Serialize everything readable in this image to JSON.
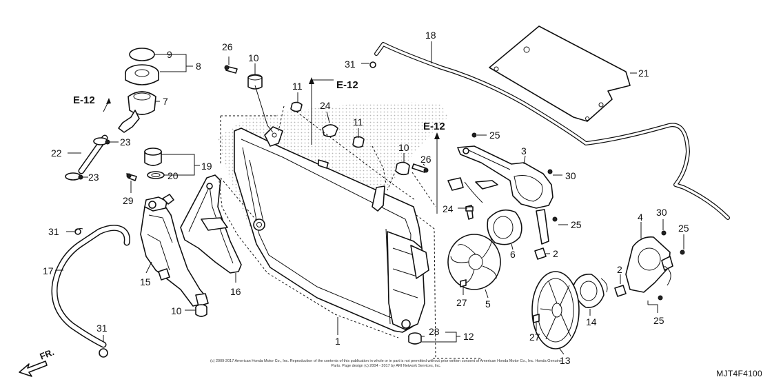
{
  "callouts": [
    {
      "id": "c1",
      "label": "1"
    },
    {
      "id": "c2a",
      "label": "2"
    },
    {
      "id": "c2b",
      "label": "2"
    },
    {
      "id": "c3",
      "label": "3"
    },
    {
      "id": "c4",
      "label": "4"
    },
    {
      "id": "c5",
      "label": "5"
    },
    {
      "id": "c6",
      "label": "6"
    },
    {
      "id": "c7",
      "label": "7"
    },
    {
      "id": "c8",
      "label": "8"
    },
    {
      "id": "c9",
      "label": "9"
    },
    {
      "id": "c10a",
      "label": "10"
    },
    {
      "id": "c10b",
      "label": "10"
    },
    {
      "id": "c10c",
      "label": "10"
    },
    {
      "id": "c11a",
      "label": "11"
    },
    {
      "id": "c11b",
      "label": "11"
    },
    {
      "id": "c12",
      "label": "12"
    },
    {
      "id": "c13",
      "label": "13"
    },
    {
      "id": "c14",
      "label": "14"
    },
    {
      "id": "c15",
      "label": "15"
    },
    {
      "id": "c16",
      "label": "16"
    },
    {
      "id": "c17",
      "label": "17"
    },
    {
      "id": "c18",
      "label": "18"
    },
    {
      "id": "c19",
      "label": "19"
    },
    {
      "id": "c20",
      "label": "20"
    },
    {
      "id": "c21",
      "label": "21"
    },
    {
      "id": "c22",
      "label": "22"
    },
    {
      "id": "c23a",
      "label": "23"
    },
    {
      "id": "c23b",
      "label": "23"
    },
    {
      "id": "c24a",
      "label": "24"
    },
    {
      "id": "c24b",
      "label": "24"
    },
    {
      "id": "c25a",
      "label": "25"
    },
    {
      "id": "c25b",
      "label": "25"
    },
    {
      "id": "c25c",
      "label": "25"
    },
    {
      "id": "c25d",
      "label": "25"
    },
    {
      "id": "c26a",
      "label": "26"
    },
    {
      "id": "c26b",
      "label": "26"
    },
    {
      "id": "c27a",
      "label": "27"
    },
    {
      "id": "c27b",
      "label": "27"
    },
    {
      "id": "c28",
      "label": "28"
    },
    {
      "id": "c29",
      "label": "29"
    },
    {
      "id": "c30a",
      "label": "30"
    },
    {
      "id": "c30b",
      "label": "30"
    },
    {
      "id": "c31a",
      "label": "31"
    },
    {
      "id": "c31b",
      "label": "31"
    },
    {
      "id": "c31c",
      "label": "31"
    }
  ],
  "section_refs": [
    {
      "id": "r1",
      "label": "E-12"
    },
    {
      "id": "r2",
      "label": "E-12"
    },
    {
      "id": "r3",
      "label": "E-12"
    }
  ],
  "front_label": "FR.",
  "copyright_text": "(c) 2009-2017 American Honda Motor Co., Inc. Reproduction of the contents of this publication in whole or in part is not permitted without prior written consent of American Honda Motor Co., Inc. Honda Genuine Parts. Page design (c) 2004 - 2017 by ARI Network Services, Inc.",
  "diagram_code": "MJT4F4100"
}
